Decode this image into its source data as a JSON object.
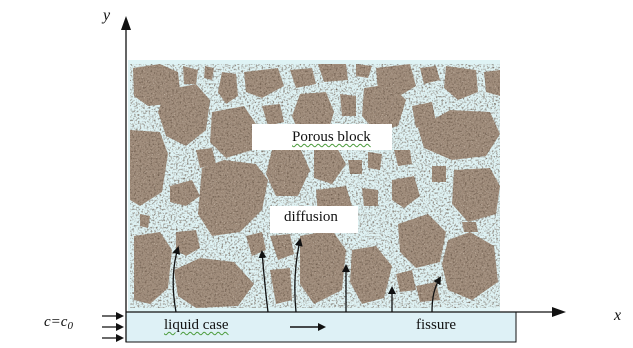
{
  "diagram": {
    "axis_x_label": "x",
    "axis_y_label": "y",
    "boundary_condition": "c=c",
    "boundary_condition_subscript": "0",
    "porous_block_label": "Porous block",
    "diffusion_label": "diffusion",
    "liquid_label": "liquid case",
    "fissure_label": "fissure",
    "colors": {
      "fracture_zone": "#dff3f5",
      "fissure_channel": "#def1f6",
      "rock": "#a08d7c",
      "rock_dark": "#5c4a3c",
      "rock_light": "#e8dccd",
      "lines": "#111111",
      "spellcheck_underline": "#4a9a3a"
    }
  }
}
